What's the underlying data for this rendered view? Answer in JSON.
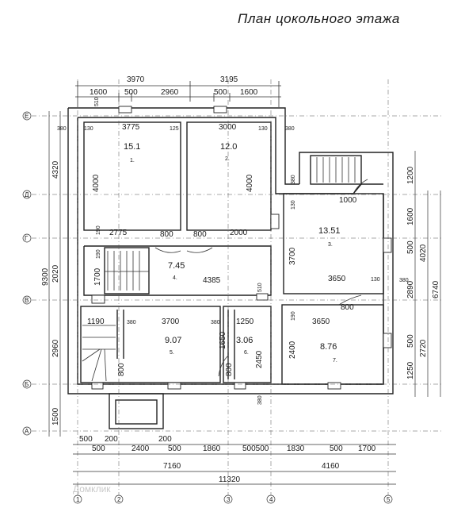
{
  "title": "План цокольного этажа",
  "watermark": "Домклик",
  "top_dims": {
    "overall_left": "3970",
    "overall_right": "3195",
    "seg": [
      "1600",
      "500",
      "2960",
      "500",
      "1600"
    ],
    "w510": "510"
  },
  "inner_top": {
    "d380a": "380",
    "d130a": "130",
    "room1_w": "3775",
    "d125": "125",
    "room2_w": "3000",
    "d130b": "130",
    "d380b": "380"
  },
  "left_dims": {
    "total": "9300",
    "s4320": "4320",
    "s2020": "2020",
    "s2960": "2960",
    "s1500": "1500"
  },
  "right_dims": {
    "total": "6740",
    "s4020": "4020",
    "s2720": "2720",
    "s1200": "1200",
    "s1600": "1600",
    "s500a": "500",
    "s2890": "2890",
    "s500b": "500",
    "s1250": "1250"
  },
  "axes_letters": [
    "Е",
    "Д",
    "Г",
    "В",
    "Б",
    "А"
  ],
  "axes_numbers": [
    "1",
    "2",
    "3",
    "4",
    "5"
  ],
  "bottom_dims": {
    "row1": [
      "500",
      "200",
      "200"
    ],
    "row2": [
      "500",
      "2400",
      "500",
      "1860",
      "500500",
      "1830",
      "500",
      "1700"
    ],
    "row3": [
      "7160",
      "4160"
    ],
    "total": "11320"
  },
  "rooms": {
    "r1": {
      "area": "15.1",
      "num": "1.",
      "depth": "4000"
    },
    "r2": {
      "area": "12.0",
      "num": "2.",
      "depth": "4000"
    },
    "r3": {
      "area": "13.51",
      "num": "3.",
      "depth": "3700",
      "w": "3650",
      "door": "1000",
      "d130": "130",
      "d380": "380",
      "d130b": "130",
      "d380b": "380"
    },
    "r4": {
      "area": "7.45",
      "num": "4.",
      "len": "4385",
      "h": "1700",
      "d190": "190",
      "d510": "510"
    },
    "r5": {
      "area": "9.07",
      "num": "5.",
      "w": "3700",
      "w1190": "1190",
      "d380": "380",
      "d800": "800"
    },
    "r6": {
      "area": "3.06",
      "num": "6.",
      "w": "1250",
      "d1650": "1650",
      "d2450": "2450",
      "d800": "800",
      "d380": "380"
    },
    "r7": {
      "area": "8.76",
      "num": "7.",
      "w": "3650",
      "d2400": "2400",
      "d190": "190"
    }
  },
  "corridor_dims": {
    "s2775": "2775",
    "s800a": "800",
    "s800b": "800",
    "s2000": "2000",
    "s190": "190",
    "door800": "800",
    "d380c": "380"
  }
}
